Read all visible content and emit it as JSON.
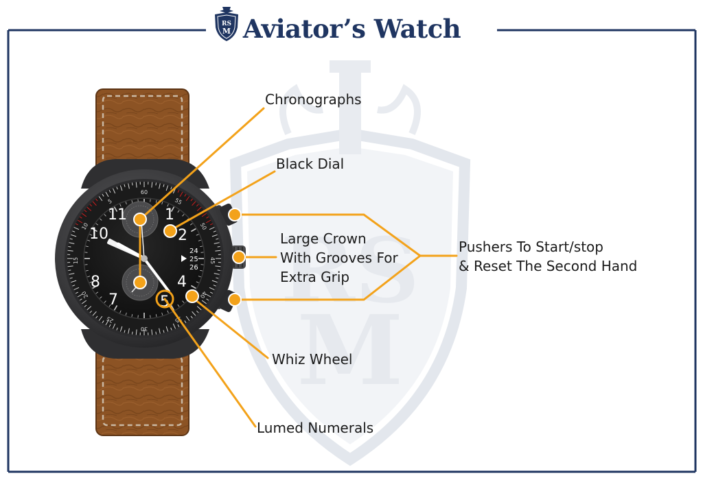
{
  "title": "Aviator’s Watch",
  "logo": {
    "monogram_top": "RS",
    "monogram_bottom": "M"
  },
  "colors": {
    "navy": "#1f3561",
    "callout": "#f3a21a",
    "strap": "#8a4f22",
    "case": "#3b3b3d",
    "dial": "#141414",
    "red_marks": "#d21f1f",
    "watermark": "#e6e9ee"
  },
  "callouts": {
    "chronographs": "Chronographs",
    "black_dial": "Black Dial",
    "large_crown": [
      "Large Crown",
      "With Grooves For",
      "Extra Grip"
    ],
    "pushers": [
      "Pushers To Start/stop",
      "& Reset The Second Hand"
    ],
    "whiz_wheel": "Whiz Wheel",
    "lumed_numerals": "Lumed Numerals"
  },
  "watch": {
    "hour_numerals": [
      "1",
      "2",
      "4",
      "5",
      "7",
      "8",
      "10",
      "11"
    ],
    "subdial_marks": [
      "24",
      "25",
      "26"
    ],
    "bezel_numbers": [
      "60",
      "55",
      "50",
      "45",
      "40",
      "35",
      "30",
      "25",
      "20",
      "15",
      "10",
      "5"
    ]
  }
}
